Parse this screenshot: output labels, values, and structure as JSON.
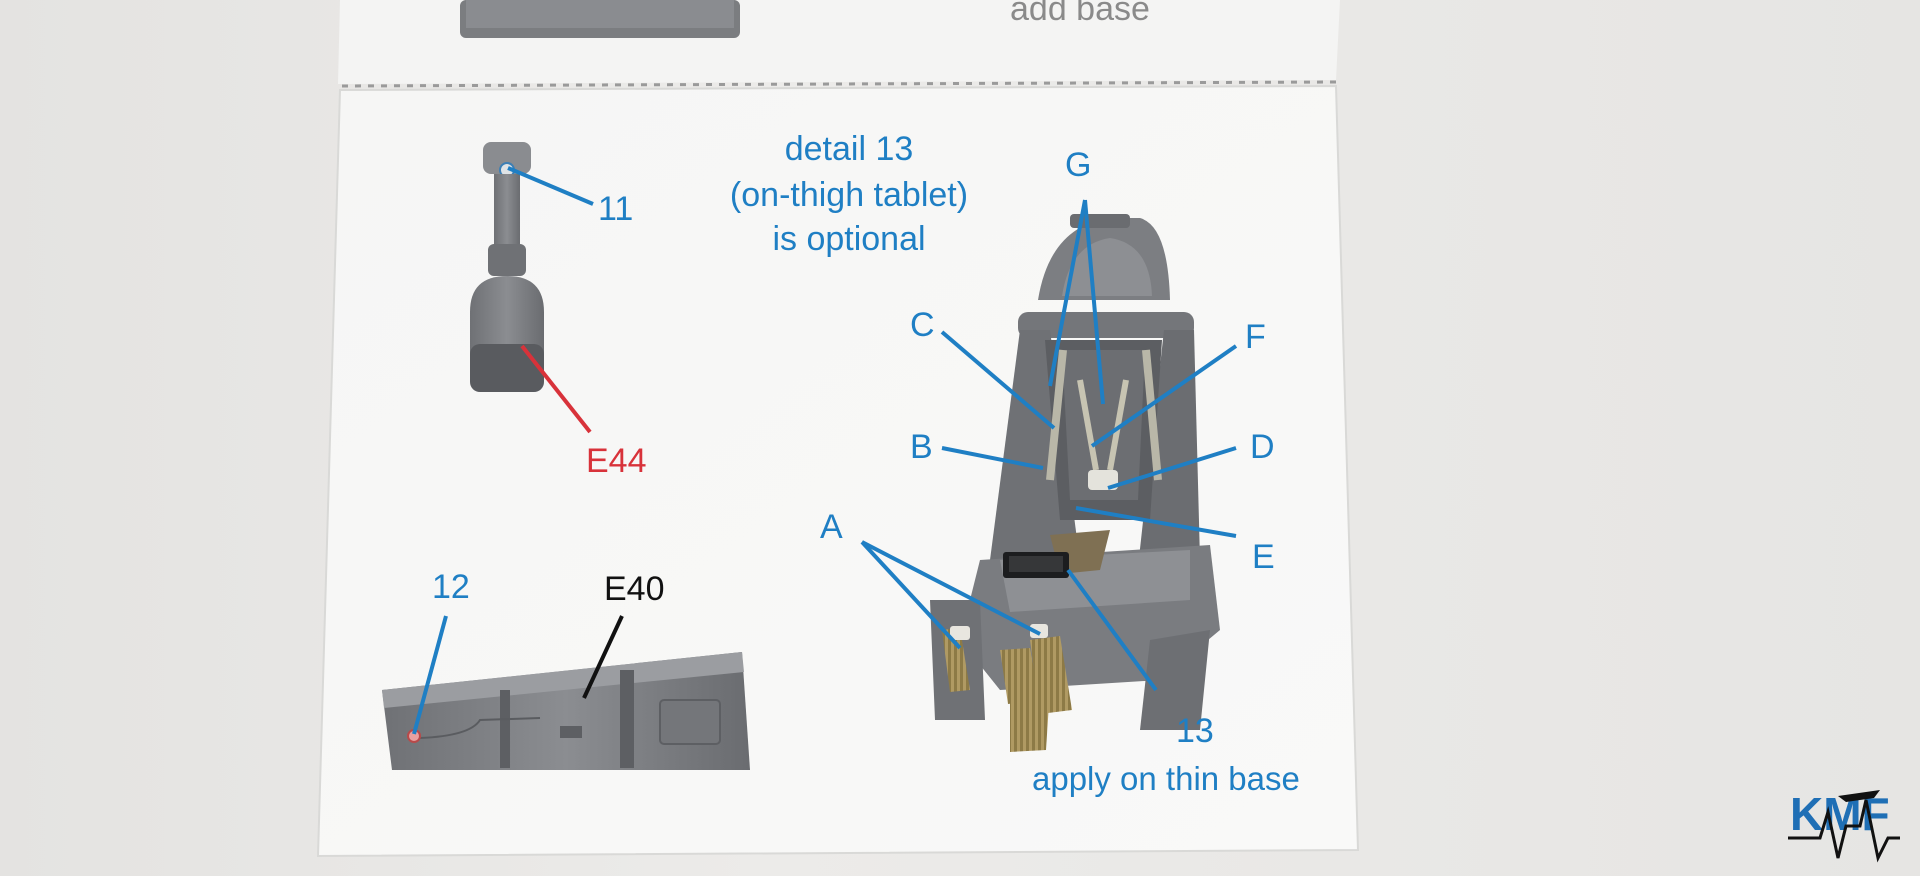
{
  "header": {
    "top_caption": "add base"
  },
  "note": {
    "line1": "detail 13",
    "line2": "(on-thigh tablet)",
    "line3": "is optional"
  },
  "parts": {
    "stick_label": "11",
    "stick_part": "E44",
    "console_label": "12",
    "console_part": "E40"
  },
  "seat_callouts": {
    "a": "A",
    "b": "B",
    "c": "C",
    "d": "D",
    "e": "E",
    "f": "F",
    "g": "G",
    "thirteen": "13",
    "apply_note": "apply on thin base"
  },
  "logo": {
    "text": "KMF"
  },
  "colors": {
    "callout_blue": "#1f7fc4",
    "part_red": "#d8323a",
    "part_black": "#111111",
    "paper": "#f7f7f6",
    "part_gray": "#7d7f82"
  }
}
